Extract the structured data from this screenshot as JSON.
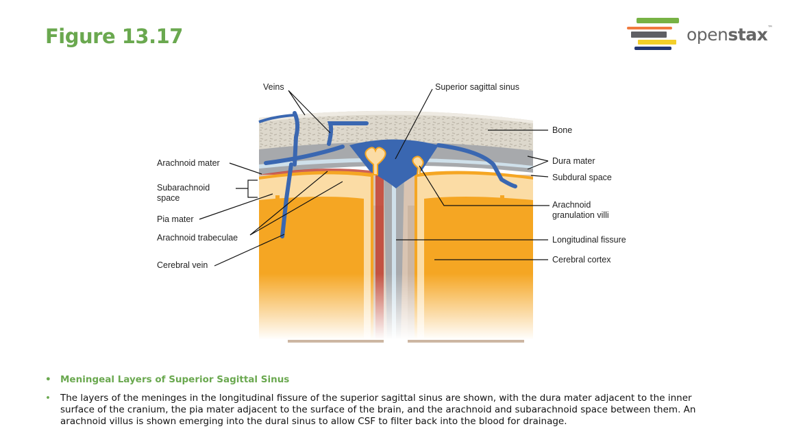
{
  "slide_title": "Figure 13.17",
  "logo": {
    "text_light": "open",
    "text_bold": "stax",
    "tm": "™",
    "stripe_colors": [
      "#77b244",
      "#f07a3e",
      "#5f5f63",
      "#f3cf2a",
      "#243772"
    ]
  },
  "labels": {
    "veins": "Veins",
    "superior_sagittal_sinus": "Superior sagittal sinus",
    "bone": "Bone",
    "dura_mater": "Dura mater",
    "subdural_space": "Subdural space",
    "arachnoid_granulation_1": "Arachnoid",
    "arachnoid_granulation_2": "granulation villi",
    "longitudinal_fissure": "Longitudinal fissure",
    "cerebral_cortex": "Cerebral cortex",
    "arachnoid_mater": "Arachnoid mater",
    "subarachnoid_1": "Subarachnoid",
    "subarachnoid_2": "space",
    "pia_mater": "Pia mater",
    "arachnoid_trabeculae": "Arachnoid trabeculae",
    "cerebral_vein": "Cerebral vein"
  },
  "bullets": {
    "heading": "Meningeal Layers of Superior Sagittal Sinus",
    "body": "The layers of the meninges in the longitudinal fissure of the superior sagittal sinus are shown, with the dura mater adjacent to the inner surface of the cranium, the pia mater adjacent to the surface of the brain, and the arachnoid and subarachnoid space between them. An arachnoid villus is shown emerging into the dural sinus to allow CSF to filter back into the blood for drainage.",
    "bullet_char": "•"
  }
}
